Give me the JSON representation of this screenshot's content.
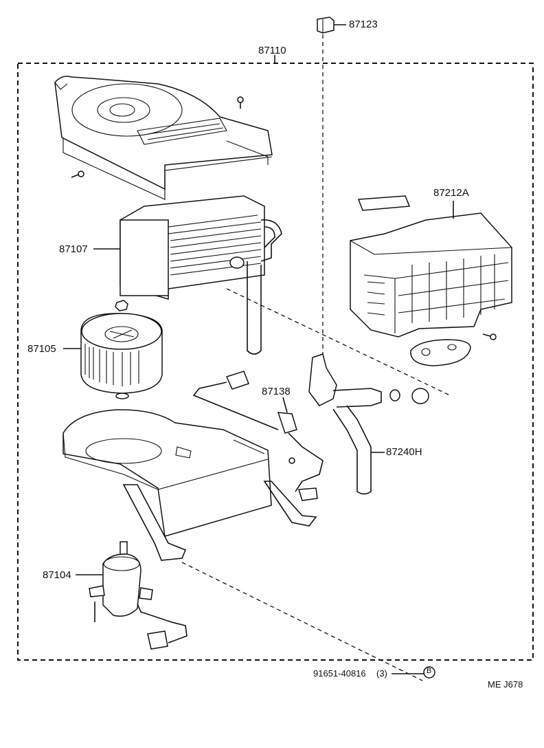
{
  "labels": {
    "assembly": "87110",
    "relay": "87123",
    "upper_case": "",
    "heater_core": "87107",
    "blower_fan": "87105",
    "unit_case": "87212A",
    "wire": "87138",
    "water_valve": "87240H",
    "blower_motor": "87104",
    "screw": "91651-40816",
    "screw_qty": "(3)",
    "screw_marker": "B",
    "code": "ME  J678"
  }
}
